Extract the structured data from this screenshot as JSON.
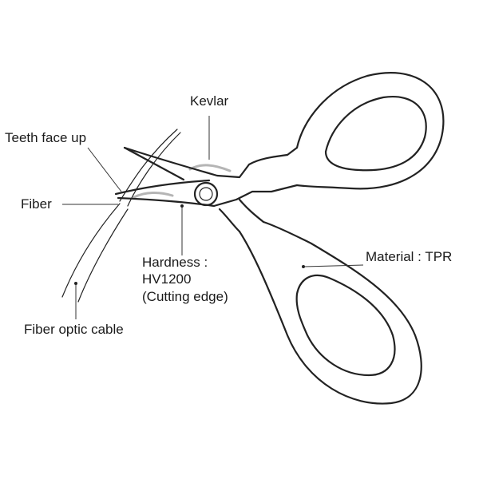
{
  "labels": {
    "kevlar": "Kevlar",
    "teeth": "Teeth face up",
    "fiber": "Fiber",
    "hardness": "Hardness :\nHV1200\n(Cutting edge)",
    "material": "Material : TPR",
    "cable": "Fiber optic cable"
  }
}
